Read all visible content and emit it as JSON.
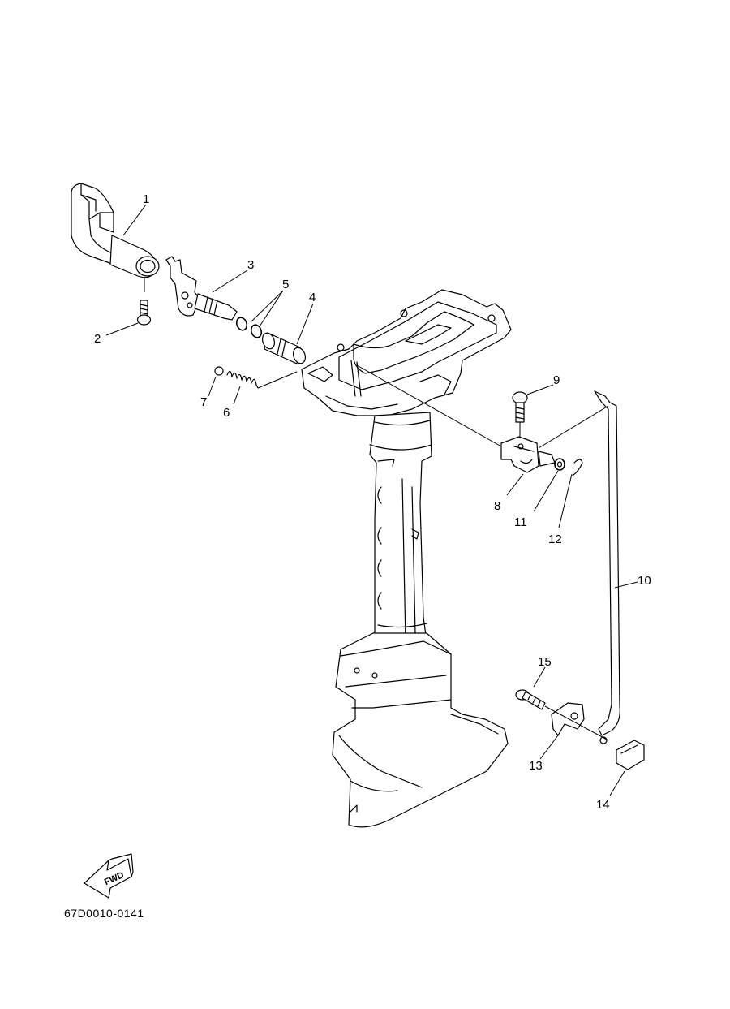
{
  "diagram": {
    "drawing_code": "67D0010-0141",
    "fwd_label": "FWD",
    "callouts": {
      "c1": "1",
      "c2": "2",
      "c3": "3",
      "c4": "4",
      "c5": "5",
      "c6": "6",
      "c7": "7",
      "c8": "8",
      "c9": "9",
      "c10": "10",
      "c11": "11",
      "c12": "12",
      "c13": "13",
      "c14": "14",
      "c15": "15"
    }
  }
}
